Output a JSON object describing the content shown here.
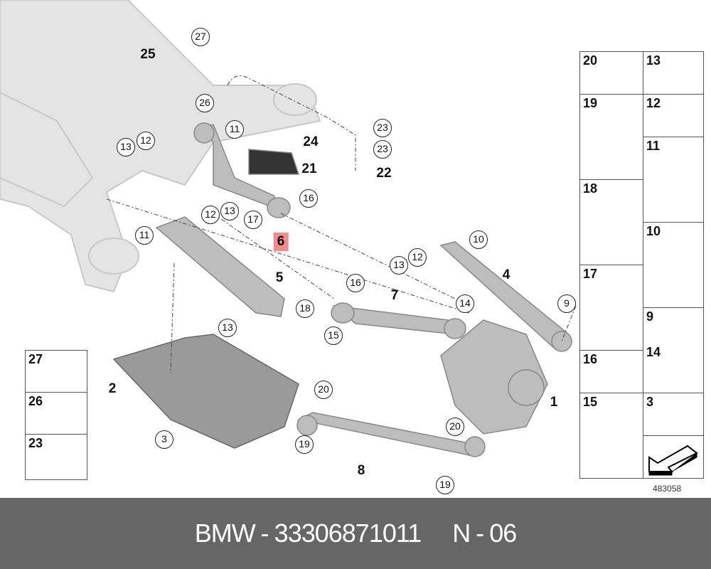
{
  "callouts": [
    {
      "label": "27",
      "style": "circle"
    },
    {
      "label": "25",
      "style": "bold"
    },
    {
      "label": "26",
      "style": "circle"
    },
    {
      "label": "11",
      "style": "circle"
    },
    {
      "label": "12",
      "style": "circle"
    },
    {
      "label": "13",
      "style": "circle"
    },
    {
      "label": "24",
      "style": "bold"
    },
    {
      "label": "23",
      "style": "circle"
    },
    {
      "label": "23",
      "style": "circle"
    },
    {
      "label": "21",
      "style": "bold"
    },
    {
      "label": "22",
      "style": "bold"
    },
    {
      "label": "16",
      "style": "circle"
    },
    {
      "label": "17",
      "style": "circle"
    },
    {
      "label": "13",
      "style": "circle"
    },
    {
      "label": "12",
      "style": "circle"
    },
    {
      "label": "6",
      "style": "highlight"
    },
    {
      "label": "11",
      "style": "circle"
    },
    {
      "label": "10",
      "style": "circle"
    },
    {
      "label": "12",
      "style": "circle"
    },
    {
      "label": "13",
      "style": "circle"
    },
    {
      "label": "4",
      "style": "bold"
    },
    {
      "label": "5",
      "style": "bold"
    },
    {
      "label": "16",
      "style": "circle"
    },
    {
      "label": "7",
      "style": "bold"
    },
    {
      "label": "9",
      "style": "circle"
    },
    {
      "label": "14",
      "style": "circle"
    },
    {
      "label": "18",
      "style": "circle"
    },
    {
      "label": "13",
      "style": "circle"
    },
    {
      "label": "15",
      "style": "circle"
    },
    {
      "label": "1",
      "style": "bold"
    },
    {
      "label": "2",
      "style": "bold"
    },
    {
      "label": "20",
      "style": "circle"
    },
    {
      "label": "3",
      "style": "circle"
    },
    {
      "label": "20",
      "style": "circle"
    },
    {
      "label": "19",
      "style": "circle"
    },
    {
      "label": "8",
      "style": "bold"
    },
    {
      "label": "19",
      "style": "circle"
    }
  ],
  "left_parts": [
    "27",
    "26",
    "23"
  ],
  "right_parts": [
    "20",
    "13",
    "19",
    "12",
    "11",
    "18",
    "10",
    "17",
    "9",
    "14",
    "16",
    "15",
    "3"
  ],
  "image_number": "483058",
  "footer": {
    "brand": "BMW",
    "sep1": "-",
    "part_number": "33306871011",
    "position": "N",
    "sep2": "-",
    "index": "06"
  },
  "highlight_color": "#f28b8b"
}
